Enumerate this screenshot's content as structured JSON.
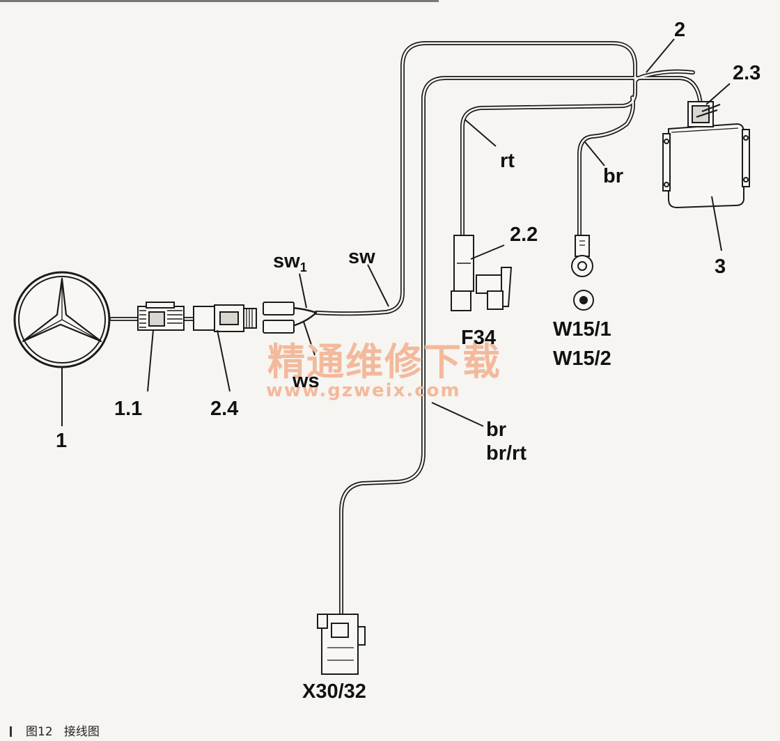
{
  "labels": {
    "c1": "1",
    "c1_1": "1.1",
    "c2": "2",
    "c2_2": "2.2",
    "c2_3": "2.3",
    "c2_4": "2.4",
    "c3": "3",
    "sw": "sw",
    "sw1": "sw",
    "sw1_sub": "1",
    "ws": "ws",
    "rt": "rt",
    "br_top": "br",
    "br": "br",
    "br_rt": "br/rt",
    "f34": "F34",
    "w15_1": "W15/1",
    "w15_2": "W15/2",
    "x30": "X30/32"
  },
  "watermark": {
    "cn": "精通维修下载",
    "url": "www.gzweix.com"
  },
  "caption": {
    "figure": "图12",
    "title": "接线图"
  },
  "colors": {
    "line": "#1a1a1a",
    "watermark": "#f3b99c",
    "background": "#f6f5f1"
  }
}
